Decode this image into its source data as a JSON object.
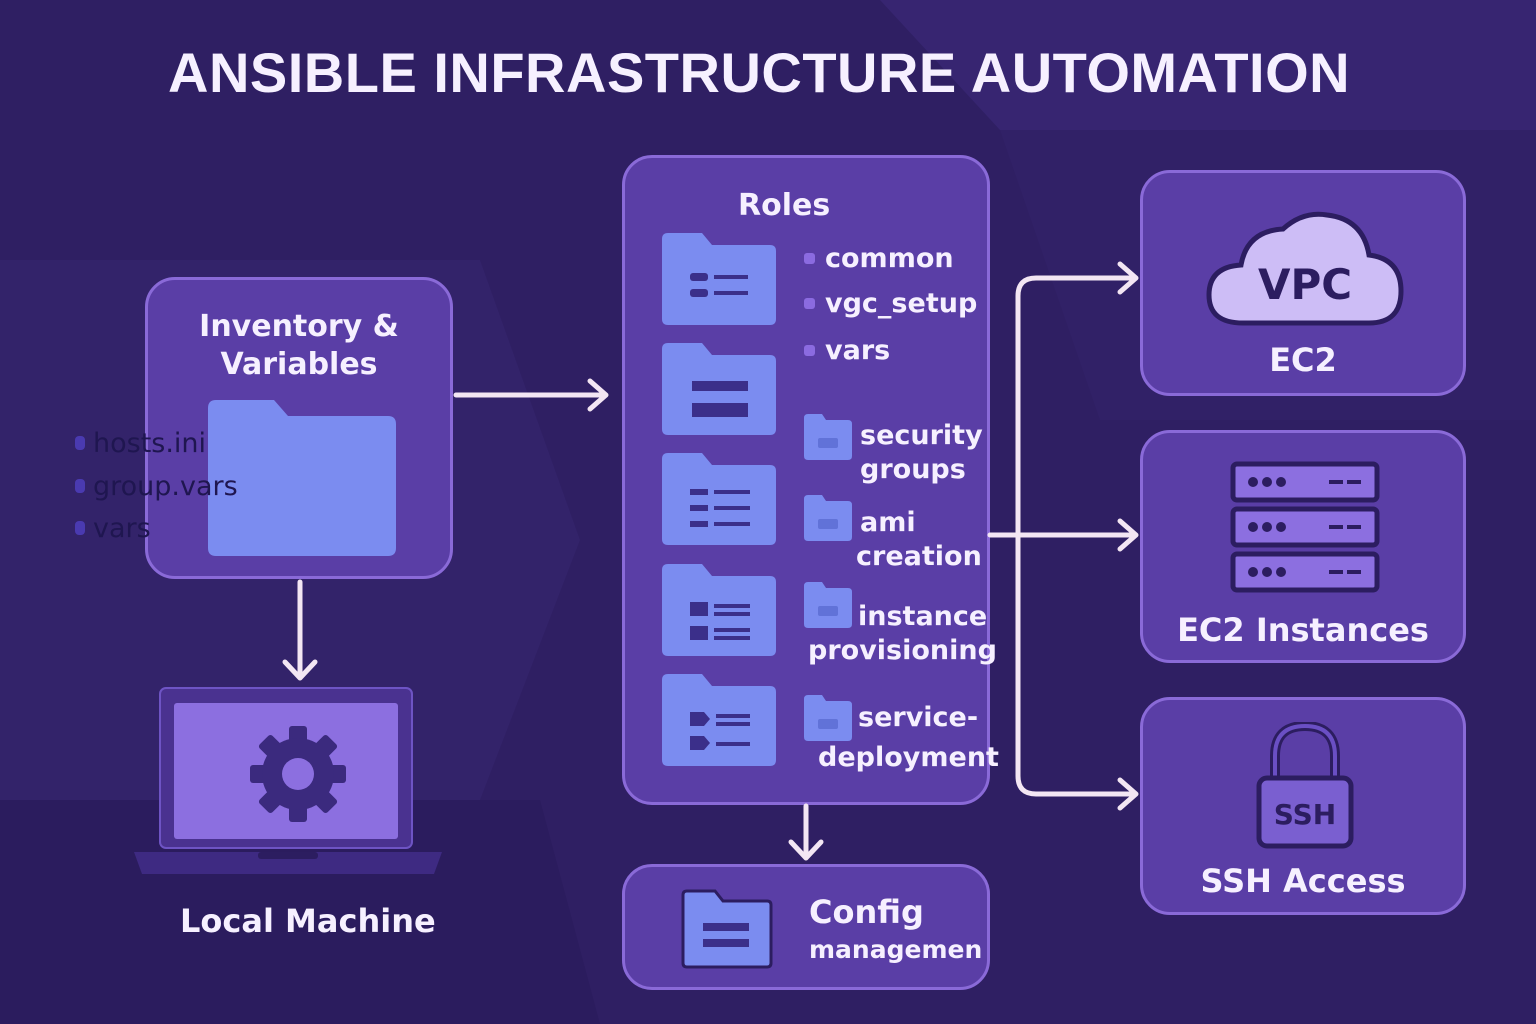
{
  "title": "ANSIBLE INFRASTRUCTURE AUTOMATION",
  "inventory": {
    "title_line1": "Inventory &",
    "title_line2": "Variables",
    "files": [
      "hosts.ini",
      "group.vars",
      "vars"
    ]
  },
  "local_machine": {
    "label": "Local Machine"
  },
  "roles": {
    "title": "Roles",
    "items": [
      "common",
      "vgc_setup",
      "vars"
    ],
    "subfolders": [
      {
        "line1": "security",
        "line2": "groups"
      },
      {
        "line1": "ami",
        "line2": "creation"
      },
      {
        "line1": "instance",
        "line2": "provisioning"
      },
      {
        "line1": "service-",
        "line2": "deployment"
      }
    ]
  },
  "config": {
    "line1": "Config",
    "line2": "managemen"
  },
  "targets": {
    "vpc": {
      "cloud_text": "VPC",
      "label": "EC2"
    },
    "instances": {
      "label": "EC2 Instances"
    },
    "ssh": {
      "lock_text": "SSH",
      "label": "SSH Access"
    }
  },
  "colors": {
    "background": "#2f1f63",
    "box_fill": "#5a3ea6",
    "box_border": "#8a6ad8",
    "folder_blue": "#7b8cf0",
    "arrow": "#f3e6f3"
  }
}
